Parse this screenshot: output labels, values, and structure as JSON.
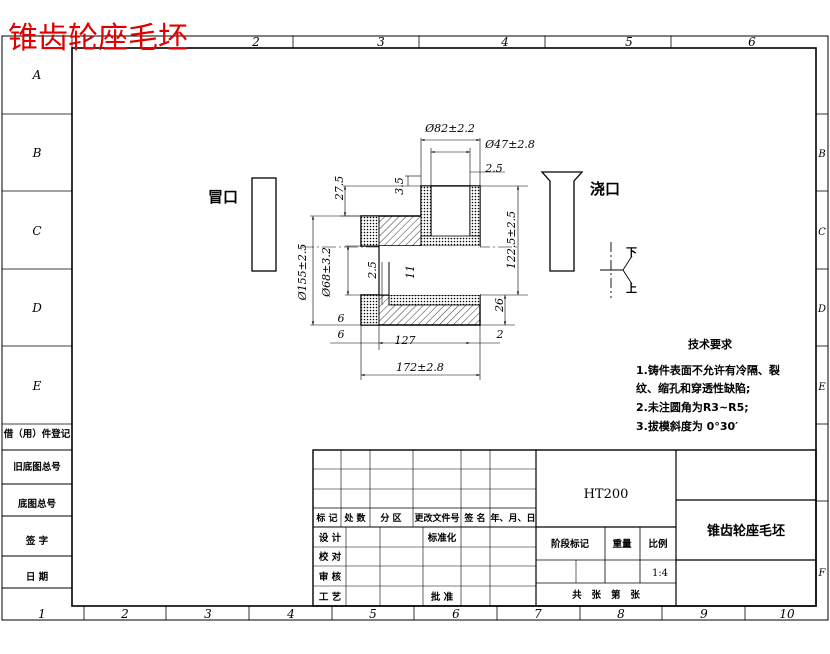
{
  "title_overlay": "锥齿轮座毛坯",
  "zone_cols_top": [
    "2",
    "3",
    "4",
    "5",
    "6"
  ],
  "zone_cols_bottom": [
    "1",
    "2",
    "3",
    "4",
    "5",
    "6",
    "7",
    "8",
    "9",
    "10"
  ],
  "zone_rows_left": [
    "A",
    "B",
    "C",
    "D",
    "E"
  ],
  "zone_rows_right": [
    "B",
    "C",
    "D",
    "E",
    "F"
  ],
  "side_table": [
    "借（用）件登记",
    "旧底图总号",
    "底图总号",
    "签 字",
    "日 期"
  ],
  "labels": {
    "riser": "冒口",
    "gate": "浇口",
    "down": "下",
    "up": "上"
  },
  "dimensions": {
    "d82": "Ø82±2.2",
    "d47": "Ø47±2.8",
    "d155": "Ø155±2.5",
    "d68": "Ø68±3.2",
    "h27_5": "27.5",
    "h3_5": "3.5",
    "w2_5_top": "2.5",
    "h122_5": "122.5±2.5",
    "h2_5_mid": "2.5",
    "h11": "11",
    "h26": "26",
    "w6": "6",
    "w127": "127",
    "w2": "2",
    "w172": "172±2.8",
    "w6_small": "6"
  },
  "tech_req": {
    "title": "技术要求",
    "lines": [
      "1.铸件表面不允许有冷隔、裂",
      "纹、缩孔和穿透性缺陷;",
      "2.未注圆角为R3~R5;",
      "3.拔模斜度为 0°30′"
    ]
  },
  "title_block": {
    "material": "HT200",
    "part_name": "锥齿轮座毛坯",
    "rev_headers": [
      "标 记",
      "处 数",
      "分 区",
      "更改文件号",
      "签 名",
      "年、月、日"
    ],
    "sign_rows": [
      "设 计",
      "校 对",
      "审 核",
      "工 艺"
    ],
    "standardize": "标准化",
    "approve": "批 准",
    "stage_mark": "阶段标记",
    "weight": "重量",
    "scale_label": "比例",
    "scale_value": "1:4",
    "sheets": "共   张   第   张"
  }
}
